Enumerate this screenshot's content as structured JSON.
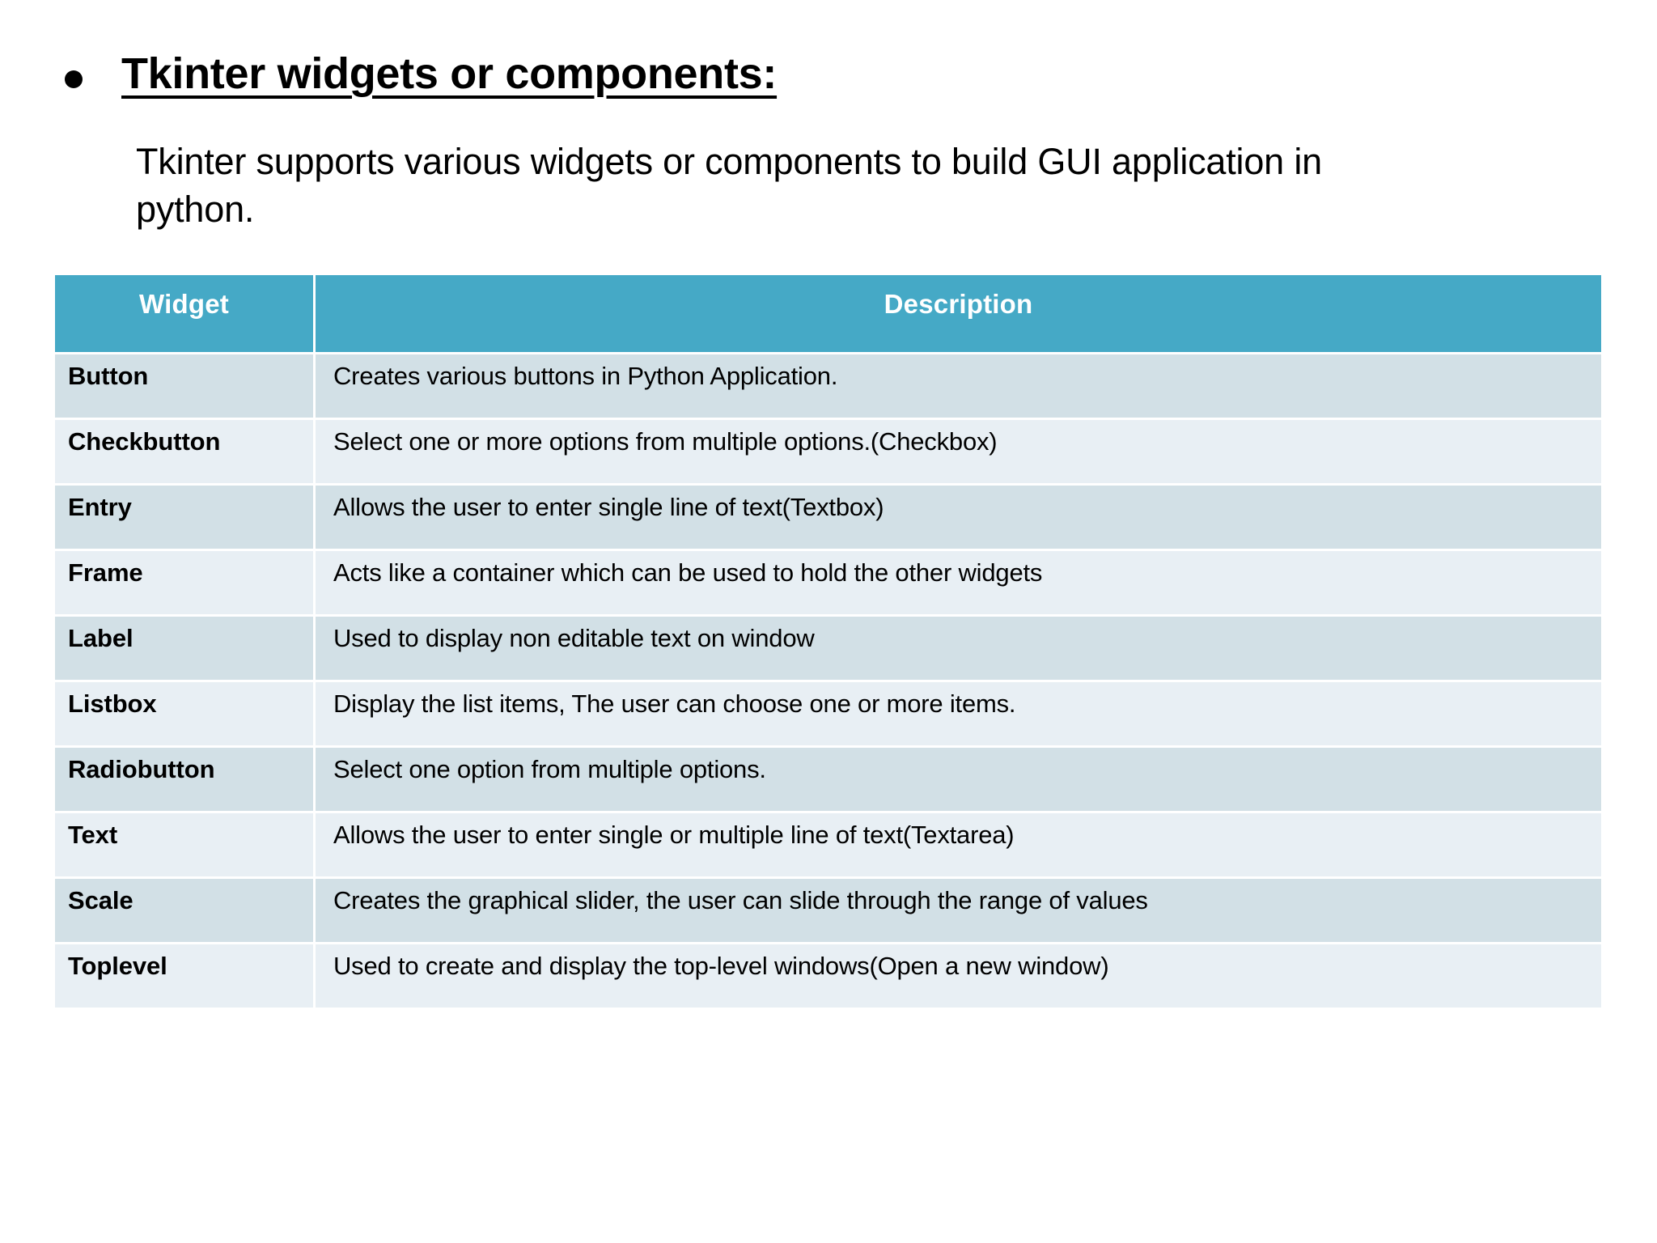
{
  "slide": {
    "bullet_glyph": "•",
    "title": "Tkinter widgets or components:",
    "subtitle": "Tkinter supports various widgets or components to build GUI application in python."
  },
  "colors": {
    "header_bg": "#45A9C6",
    "header_text": "#FFFFFF",
    "row_odd_bg": "#D2E0E6",
    "row_even_bg": "#E8EFF4",
    "body_text": "#000000",
    "page_bg": "#FFFFFF"
  },
  "table": {
    "headers": [
      "Widget",
      "Description"
    ],
    "rows": [
      {
        "widget": "Button",
        "description": "Creates various buttons in Python Application."
      },
      {
        "widget": "Checkbutton",
        "description": "Select one or more options from multiple options.(Checkbox)"
      },
      {
        "widget": "Entry",
        "description": "Allows the user to enter single line of text(Textbox)"
      },
      {
        "widget": "Frame",
        "description": "Acts like a container which can be used to hold the other widgets"
      },
      {
        "widget": "Label",
        "description": "Used to display non editable text on window"
      },
      {
        "widget": "Listbox",
        "description": "Display the list items, The user can choose one or more items."
      },
      {
        "widget": "Radiobutton",
        "description": "Select one option from multiple options."
      },
      {
        "widget": "Text",
        "description": "Allows the user to enter single or multiple line of text(Textarea)"
      },
      {
        "widget": "Scale",
        "description": "Creates the graphical slider, the user can slide through the range of values"
      },
      {
        "widget": "Toplevel",
        "description": "Used to create and display the top-level windows(Open a new window)"
      }
    ]
  }
}
